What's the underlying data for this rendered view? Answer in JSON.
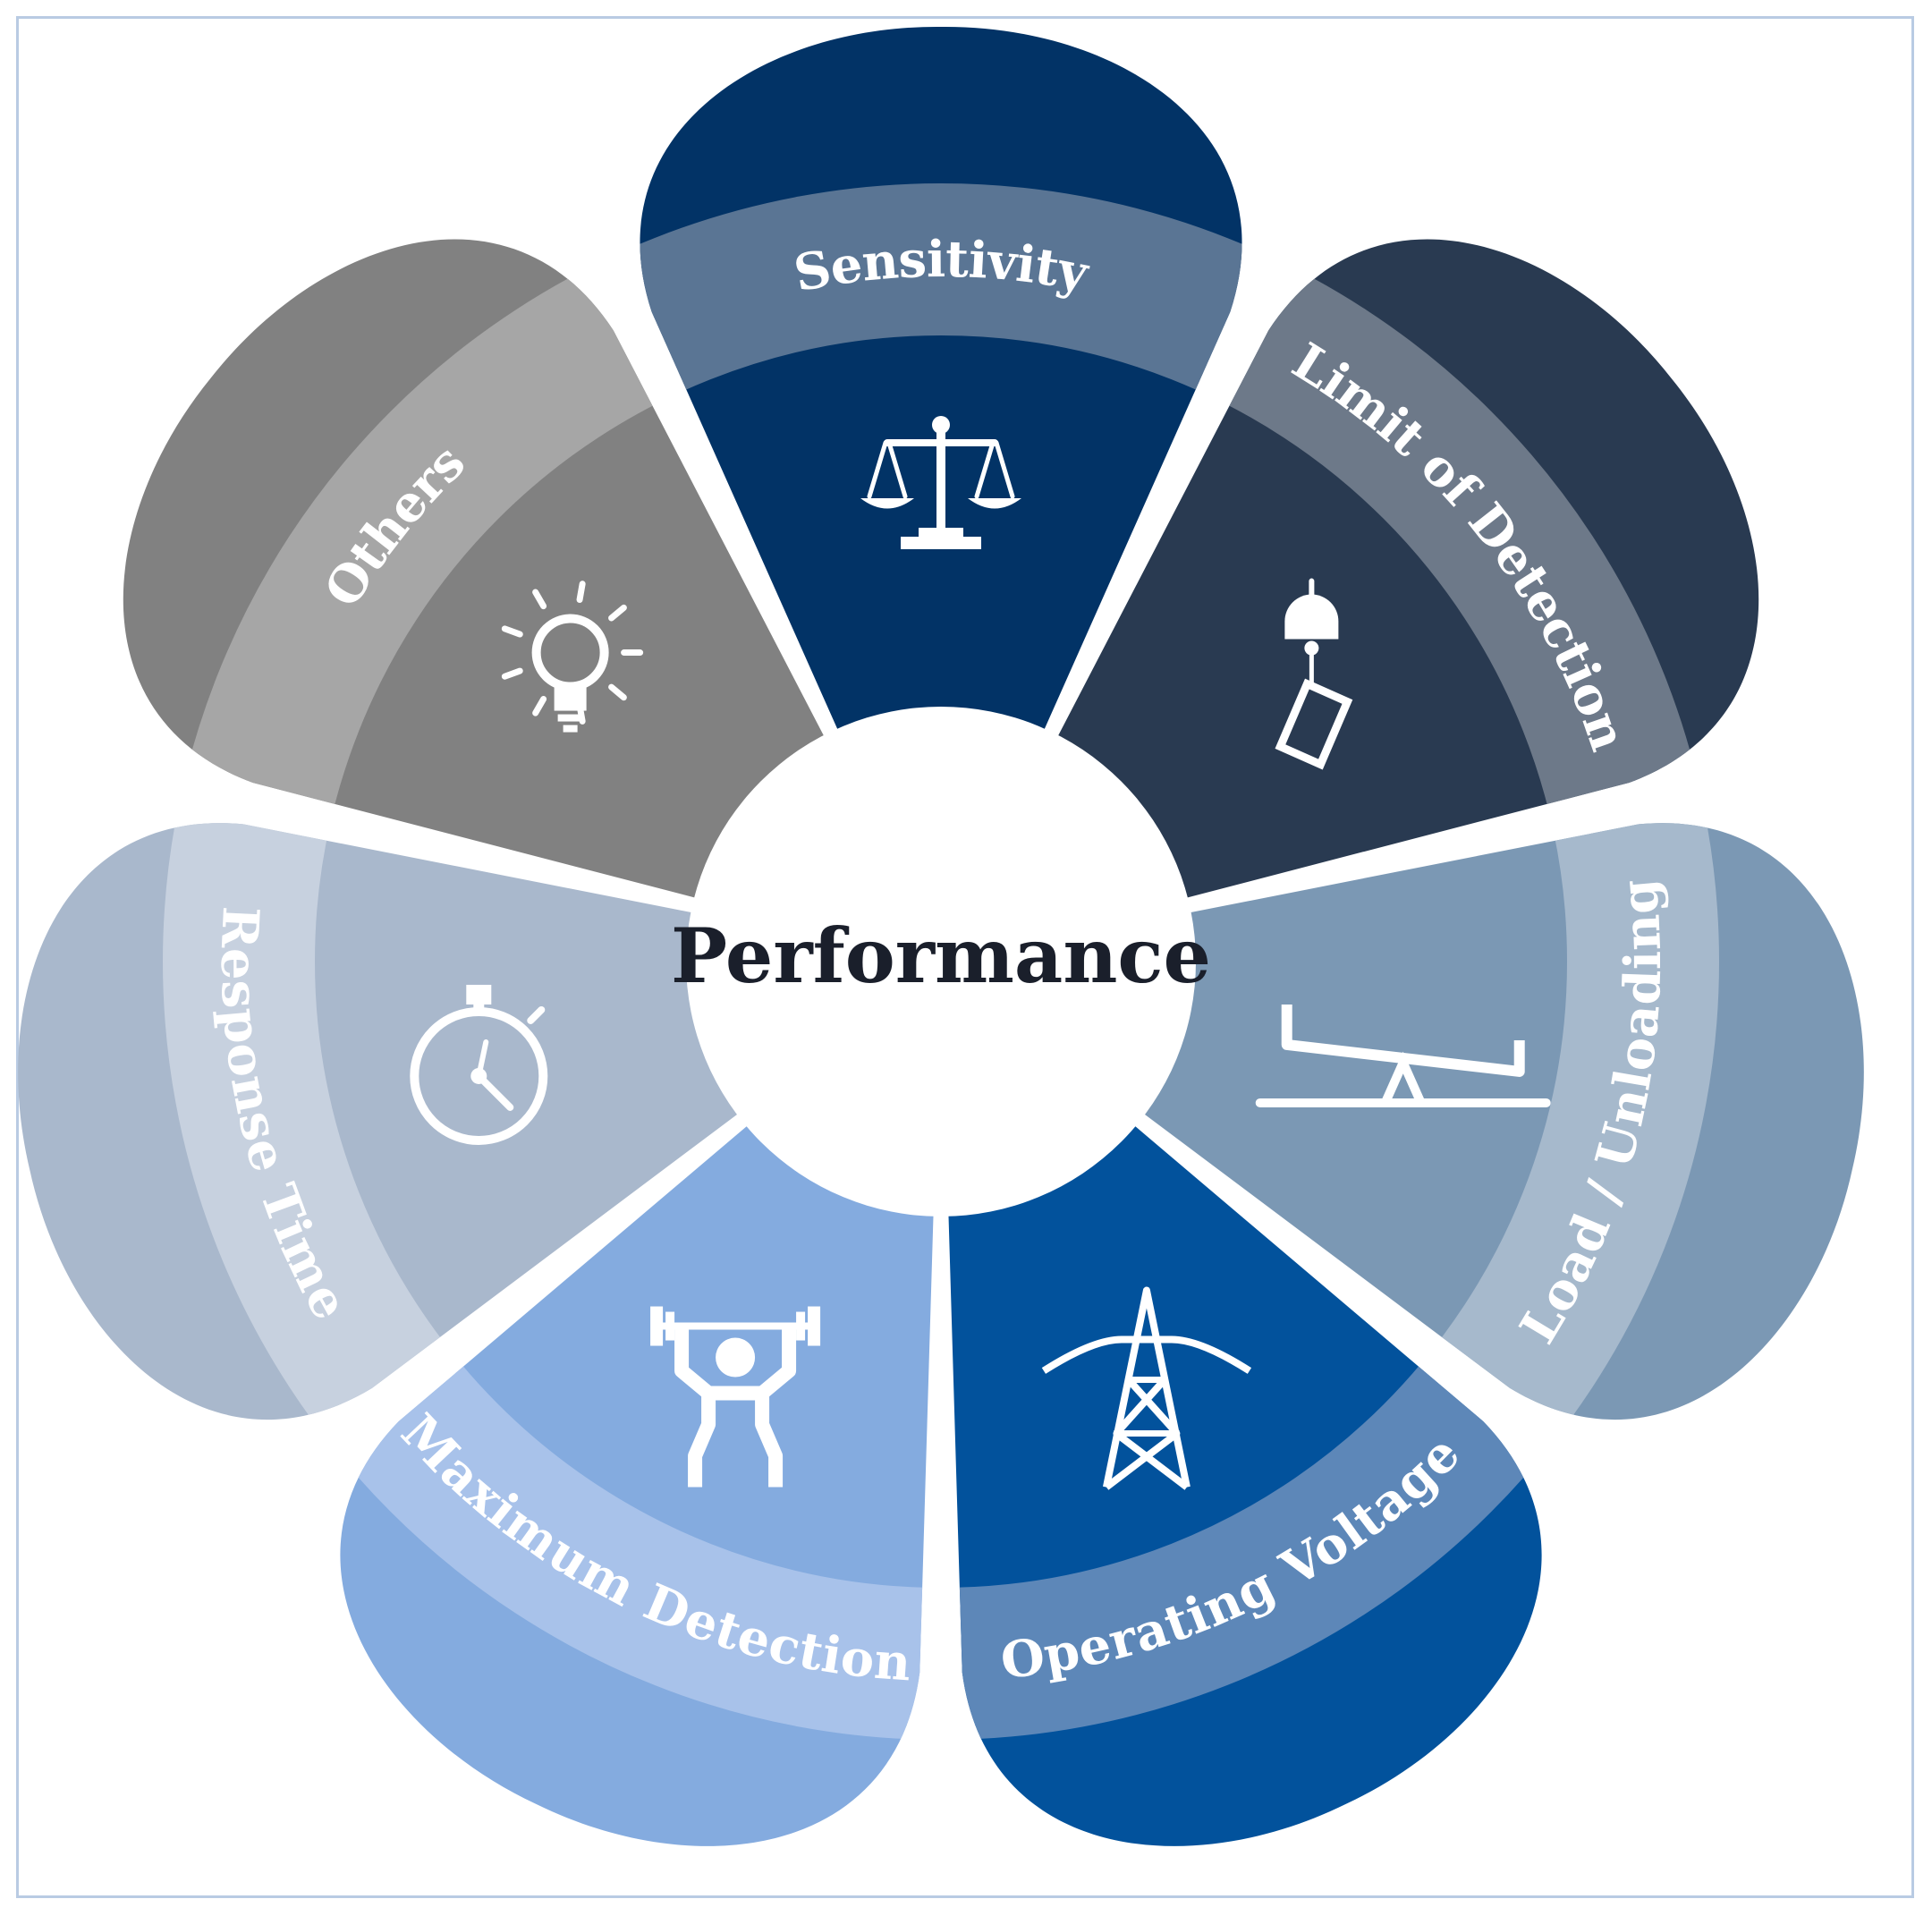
{
  "center": {
    "title": "Performance"
  },
  "petals": [
    {
      "label": "Sensitivity",
      "icon": "balance-scale-icon",
      "color": "#023366",
      "band_color": "#5a7594"
    },
    {
      "label": "Limit of Detection",
      "icon": "wind-chime-icon",
      "color": "#293a51",
      "band_color": "#6d7989"
    },
    {
      "label": "Load / Unloading",
      "icon": "seesaw-icon",
      "color": "#7b98b4",
      "band_color": "#a6b9cc"
    },
    {
      "label": "Operating Voltage",
      "icon": "power-tower-icon",
      "color": "#02529c",
      "band_color": "#5d87b8"
    },
    {
      "label": "Maximum Detection",
      "icon": "weightlifter-icon",
      "color": "#84abdf",
      "band_color": "#a8c2ea"
    },
    {
      "label": "Response Time",
      "icon": "stopwatch-icon",
      "color": "#a9b8cc",
      "band_color": "#c7d1df"
    },
    {
      "label": "Others",
      "icon": "lightbulb-icon",
      "color": "#818181",
      "band_color": "#a6a6a6"
    }
  ]
}
